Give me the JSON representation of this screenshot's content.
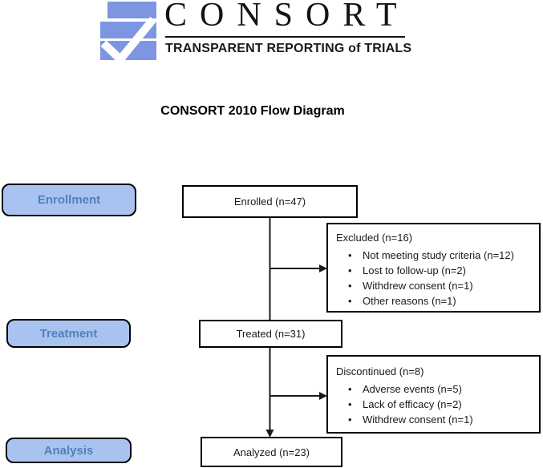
{
  "logo": {
    "icon": "consort-checkmark-logo-icon",
    "wordmark": "CONSORT",
    "tagline": "TRANSPARENT REPORTING of TRIALS",
    "brand_blue": "#7d96e2"
  },
  "title": "CONSORT 2010 Flow Diagram",
  "colors": {
    "stage_fill": "#a9c3f0",
    "stage_text": "#4f81bd",
    "box_border": "#000000",
    "connector": "#1a1a1a"
  },
  "stages": [
    {
      "label": "Enrollment"
    },
    {
      "label": "Treatment"
    },
    {
      "label": "Analysis"
    }
  ],
  "flow": {
    "enrolled": {
      "label": "Enrolled (n=47)"
    },
    "excluded": {
      "title": "Excluded (n=16)",
      "items": [
        "Not meeting study criteria (n=12)",
        "Lost to follow-up (n=2)",
        "Withdrew consent (n=1)",
        "Other reasons (n=1)"
      ]
    },
    "treated": {
      "label": "Treated (n=31)"
    },
    "discontinued": {
      "title": "Discontinued (n=8)",
      "items": [
        "Adverse events (n=5)",
        "Lack of efficacy (n=2)",
        "Withdrew consent (n=1)"
      ]
    },
    "analyzed": {
      "label": "Analyzed (n=23)"
    }
  }
}
